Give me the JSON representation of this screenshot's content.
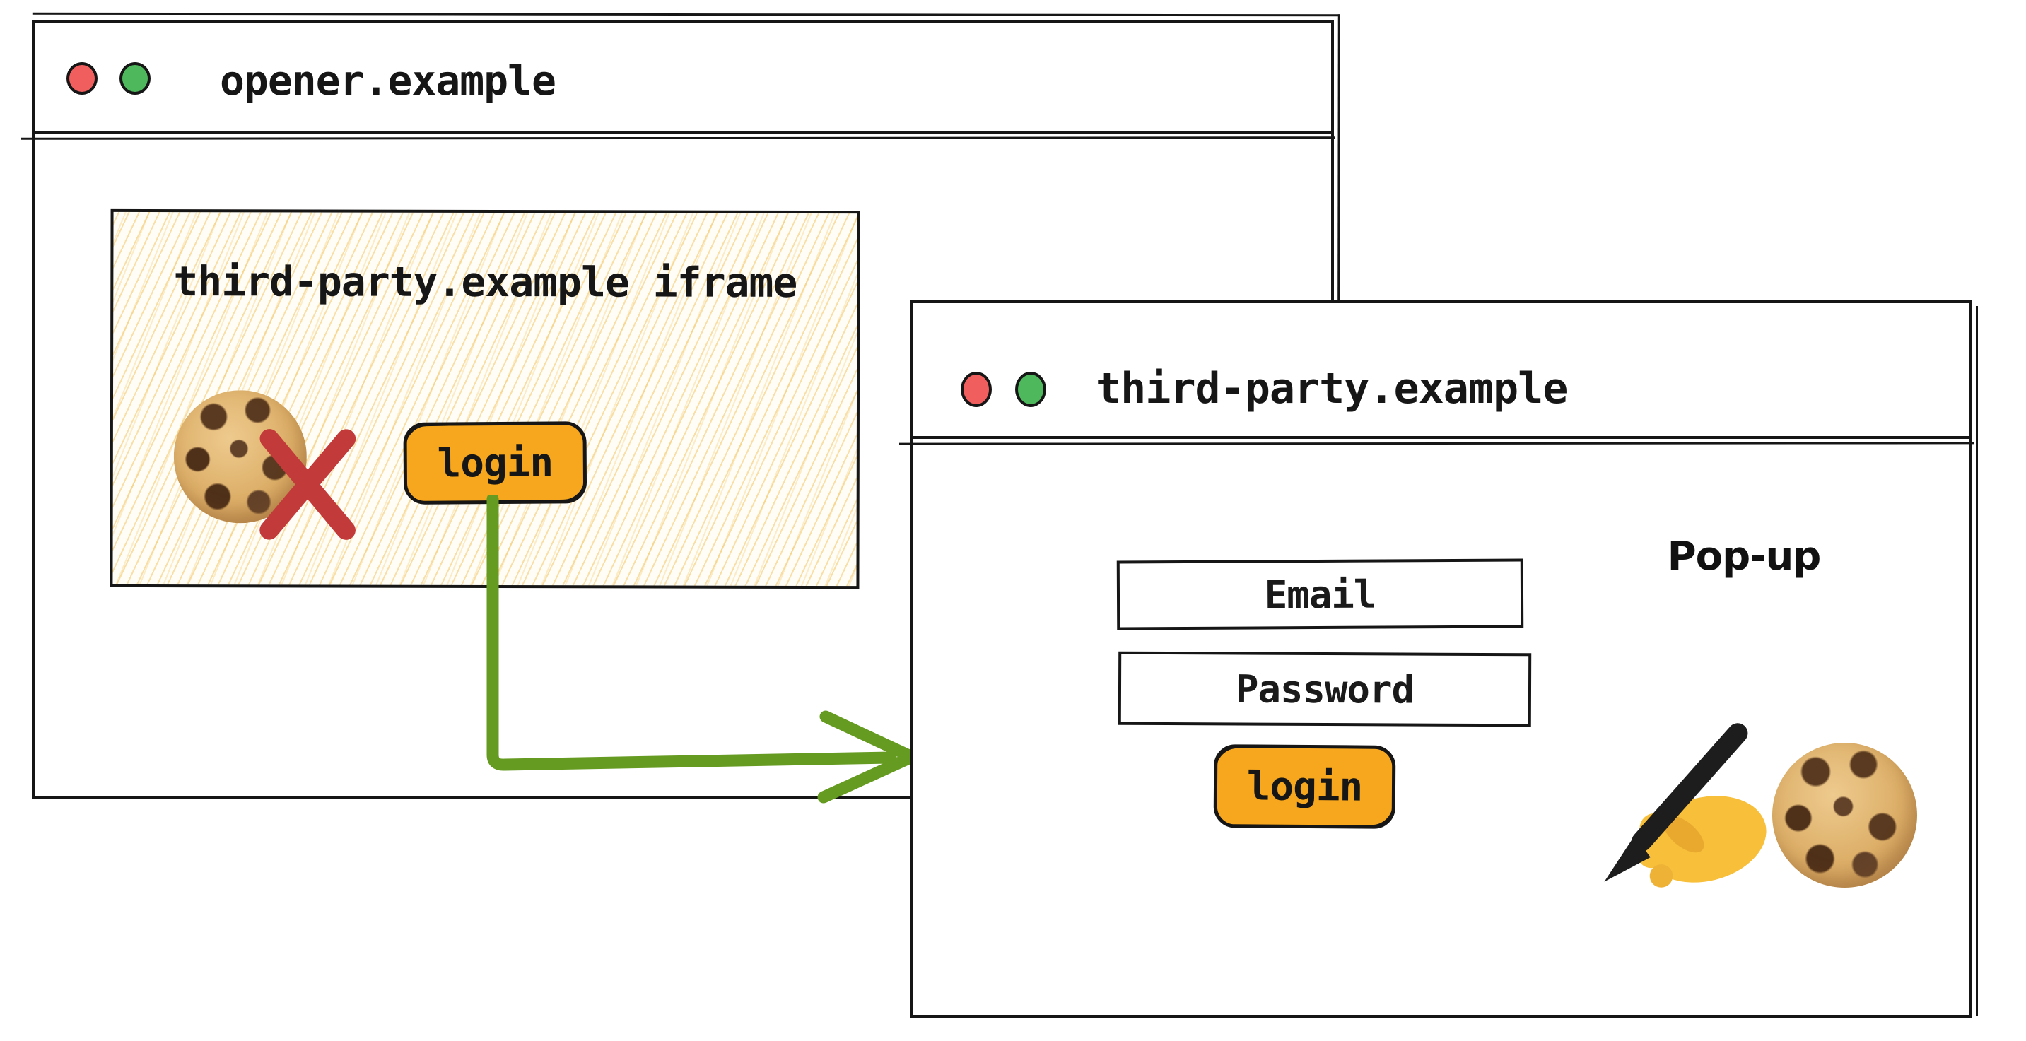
{
  "colors": {
    "ink": "#161616",
    "accent_orange": "#f7a71d",
    "arrow_green": "#669b22",
    "cross_red": "#c23a3a",
    "traffic_red": "#f15e5e",
    "traffic_green": "#4eb85c",
    "hatch_line": "#f2c668",
    "paper": "#ffffff"
  },
  "opener_window": {
    "title": "opener.example",
    "iframe": {
      "label": "third-party.example iframe",
      "login_button": "login",
      "icons": {
        "cookie": "cookie",
        "blocked": "cross-mark"
      }
    }
  },
  "popup_window": {
    "title": "third-party.example",
    "window_label": "Pop-up",
    "email_field": "Email",
    "password_field": "Password",
    "login_button": "login",
    "icons": {
      "writing_hand": "writing-hand",
      "cookie": "cookie"
    }
  }
}
